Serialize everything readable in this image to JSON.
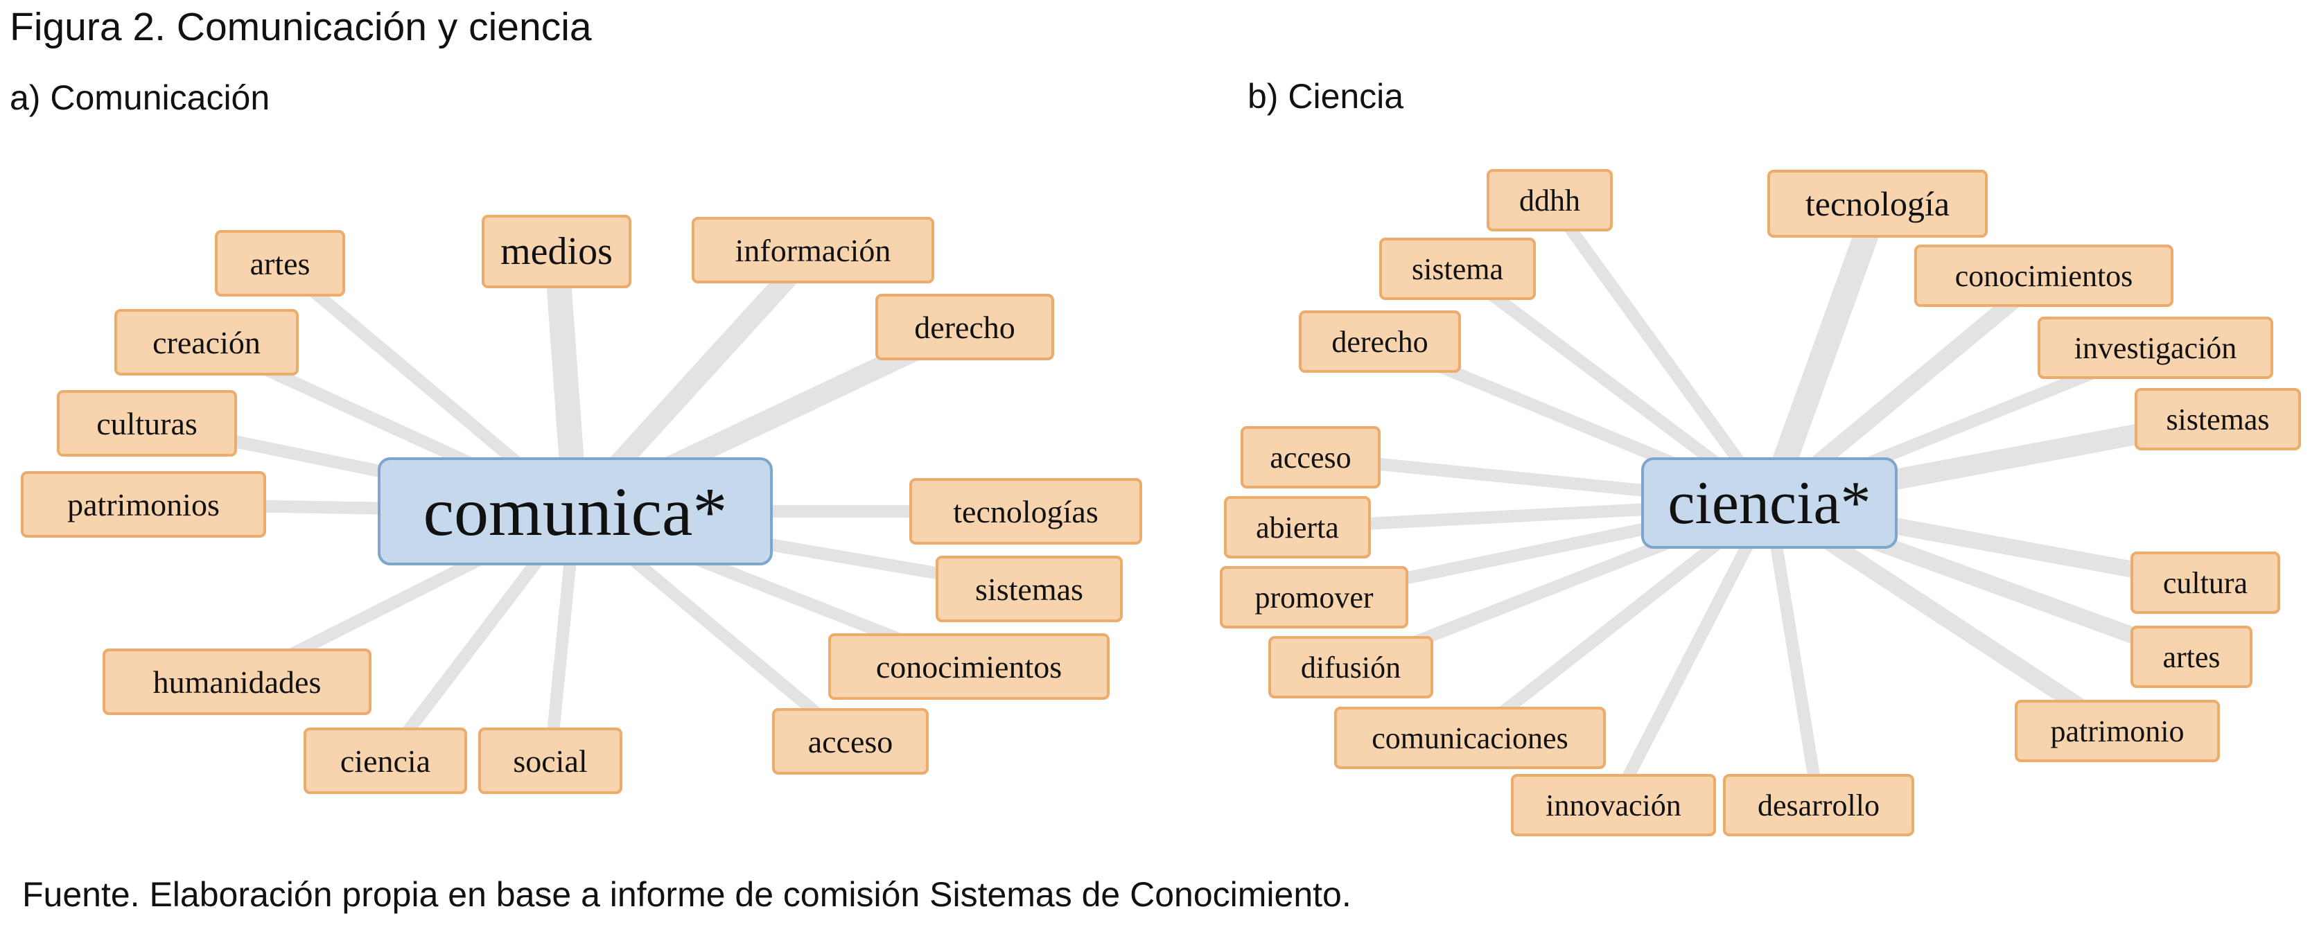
{
  "figure": {
    "title": "Figura 2. Comunicación y ciencia",
    "source": "Fuente. Elaboración propia en base a informe de comisión Sistemas de Conocimiento."
  },
  "colors": {
    "node_fill": "#f8d4ae",
    "node_border": "#ebac6c",
    "center_fill": "#c5d8ec",
    "center_border": "#7ea5cc",
    "link": "#e3e3e3"
  },
  "networks": [
    {
      "id": "comunicacion",
      "subtitle": "a) Comunicación",
      "center": "comunica*",
      "terms": [
        "medios",
        "información",
        "derecho",
        "artes",
        "creación",
        "culturas",
        "patrimonios",
        "tecnologías",
        "sistemas",
        "conocimientos",
        "acceso",
        "humanidades",
        "ciencia",
        "social"
      ],
      "link_strength": [
        5,
        4,
        4,
        2,
        2,
        2,
        2,
        2,
        2,
        2,
        2,
        2,
        2,
        2
      ]
    },
    {
      "id": "ciencia",
      "subtitle": "b) Ciencia",
      "center": "ciencia*",
      "terms": [
        "ddhh",
        "sistema",
        "derecho",
        "tecnología",
        "conocimientos",
        "investigación",
        "sistemas",
        "acceso",
        "abierta",
        "promover",
        "difusión",
        "comunicaciones",
        "innovación",
        "desarrollo",
        "cultura",
        "artes",
        "patrimonio"
      ],
      "link_strength": [
        2,
        2,
        2,
        5,
        3,
        2,
        4,
        2,
        2,
        2,
        2,
        2,
        2,
        2,
        3,
        3,
        3
      ]
    }
  ]
}
